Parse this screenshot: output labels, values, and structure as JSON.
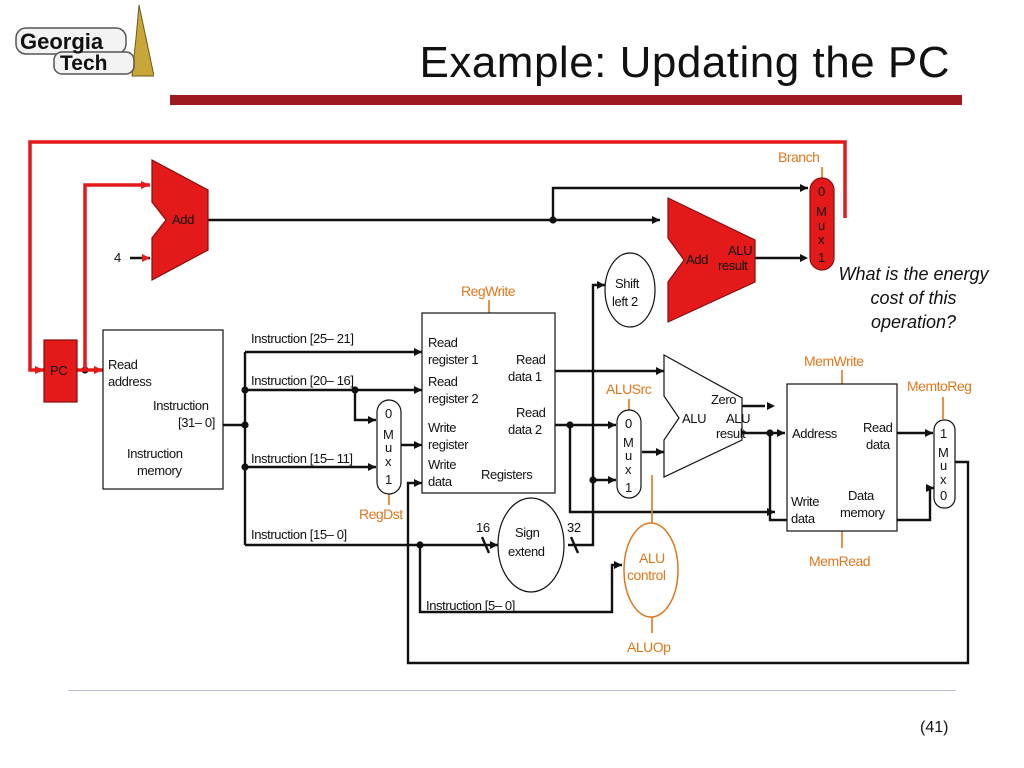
{
  "logo": {
    "line1": "Georgia",
    "line2": "Tech"
  },
  "title": "Example: Updating the PC",
  "question": "What is the energy cost of this operation?",
  "slide_number": "(41)",
  "colors": {
    "rule": "#9b1b20",
    "active_path": "#e41a1a",
    "control": "#e0771c",
    "wire": "#111111"
  },
  "diagram": {
    "add1": "Add",
    "constant_four": "4",
    "pc": "PC",
    "add2": "Add",
    "add2_result": [
      "ALU",
      "result"
    ],
    "shift_left_2": [
      "Shift",
      "left 2"
    ],
    "branch": "Branch",
    "branch_mux": [
      "0",
      "M",
      "u",
      "x",
      "1"
    ],
    "instruction_memory": {
      "read_address": [
        "Read",
        "address"
      ],
      "instruction": [
        "Instruction",
        "[31– 0]"
      ],
      "name": [
        "Instruction",
        "memory"
      ]
    },
    "instruction_fields": {
      "rs": "Instruction [25– 21]",
      "rt": "Instruction [20– 16]",
      "rd": "Instruction [15– 11]",
      "imm": "Instruction [15– 0]",
      "funct": "Instruction [5– 0]"
    },
    "regdst": "RegDst",
    "regdst_mux": [
      "0",
      "M",
      "u",
      "x",
      "1"
    ],
    "regwrite": "RegWrite",
    "registers": {
      "read_register_1": [
        "Read",
        "register 1"
      ],
      "read_register_2": [
        "Read",
        "register 2"
      ],
      "write_register": [
        "Write",
        "register"
      ],
      "write_data": [
        "Write",
        "data"
      ],
      "read_data_1": [
        "Read",
        "data 1"
      ],
      "read_data_2": [
        "Read",
        "data 2"
      ],
      "name": "Registers"
    },
    "sign_extend": {
      "label": [
        "Sign",
        "extend"
      ],
      "in_width": "16",
      "out_width": "32"
    },
    "alusrc": "ALUSrc",
    "alusrc_mux": [
      "0",
      "M",
      "u",
      "x",
      "1"
    ],
    "alu": {
      "name": "ALU",
      "zero": "Zero",
      "result": [
        "ALU",
        "result"
      ]
    },
    "alu_control": [
      "ALU",
      "control"
    ],
    "aluop": "ALUOp",
    "memwrite": "MemWrite",
    "memread": "MemRead",
    "memtoreg": "MemtoReg",
    "data_memory": {
      "address": "Address",
      "read_data": [
        "Read",
        "data"
      ],
      "write_data": [
        "Write",
        "data"
      ],
      "name": [
        "Data",
        "memory"
      ]
    },
    "memtoreg_mux": [
      "1",
      "M",
      "u",
      "x",
      "0"
    ]
  }
}
